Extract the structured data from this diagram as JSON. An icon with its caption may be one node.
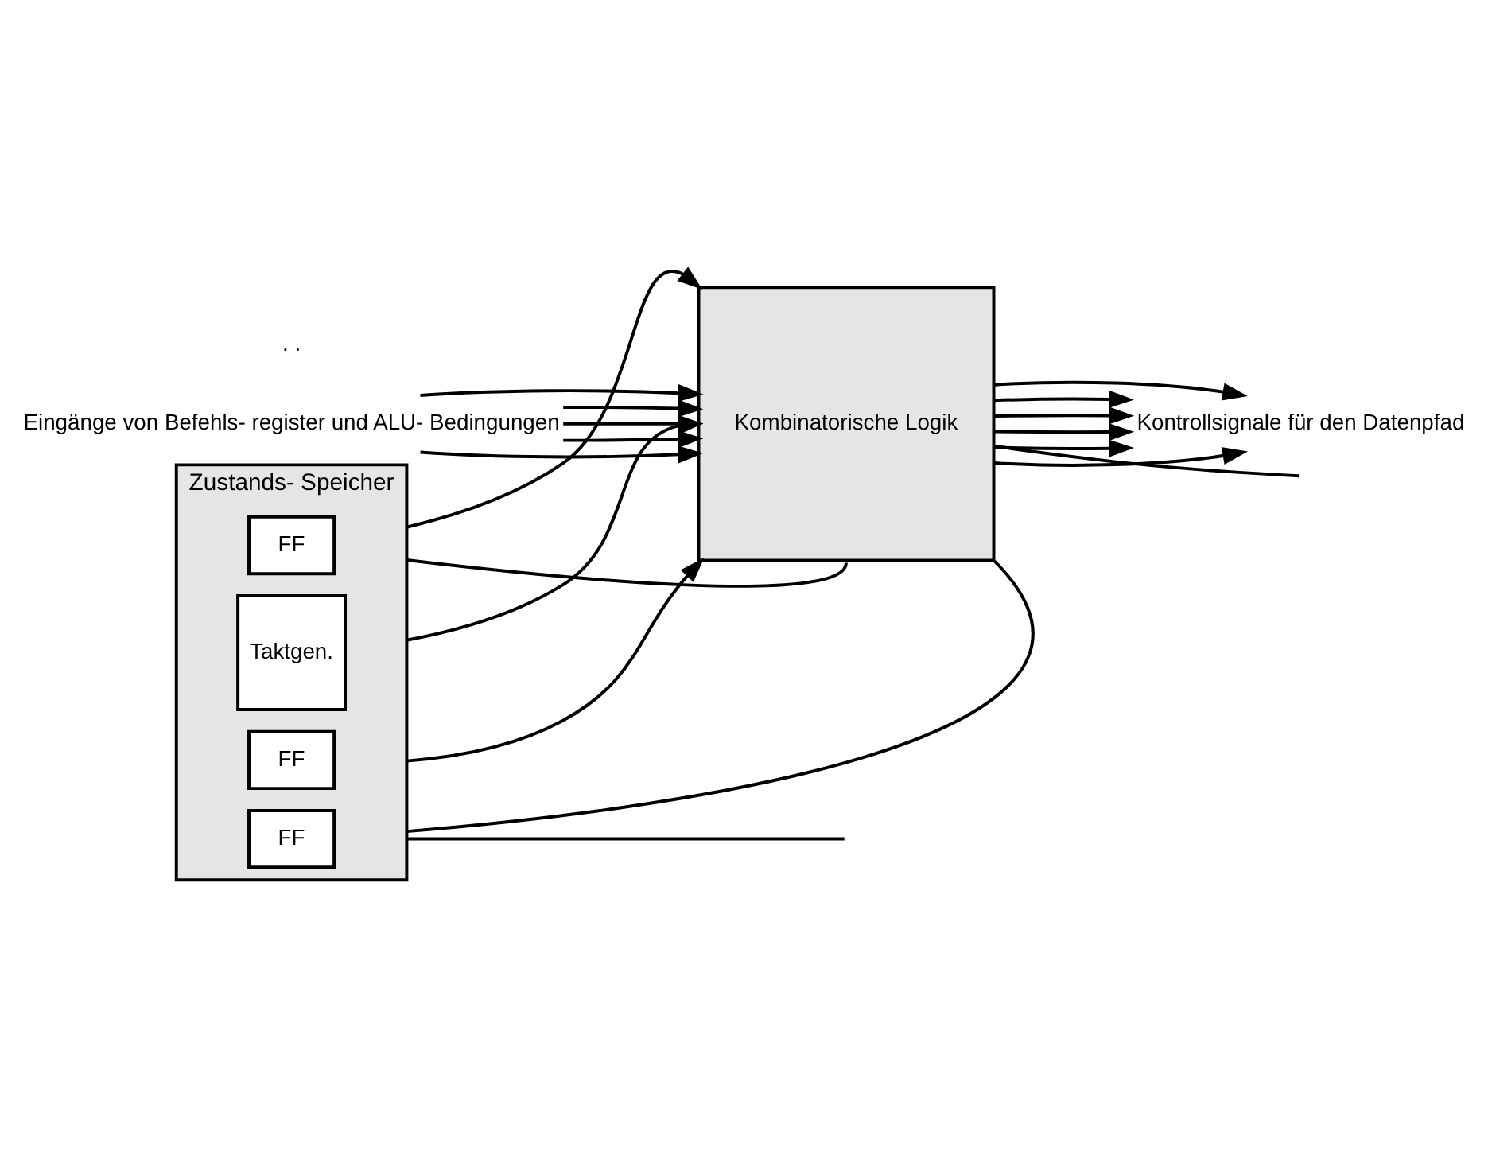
{
  "diagram": {
    "nodes": [
      {
        "text": [
          "Kombinatorische Logik"
        ]
      },
      {
        "text": [
          "Zustands- Speicher"
        ]
      },
      {
        "text": [
          "FF"
        ],
        "in": 1
      },
      {
        "text": [
          "FF"
        ],
        "in": 1
      },
      {
        "text": [
          "FF"
        ],
        "in": 1
      },
      {
        "text": [
          "Taktgen."
        ],
        "in": 1
      },
      {
        "text": [
          "Kontrollsignale für den Datenpfad"
        ]
      },
      {
        "text": [
          "Eingänge von Befehls- register und ALU- Bedingungen"
        ]
      }
    ],
    "edges": [
      {
        "from": 0,
        "to": 6,
        "arrow": "to"
      },
      {
        "from": 0,
        "to": 6,
        "arrow": "to"
      },
      {
        "from": 0,
        "to": 6,
        "arrow": "to"
      },
      {
        "from": 0,
        "to": 6,
        "arrow": "to"
      },
      {
        "from": 0,
        "to": 6,
        "arrow": "to"
      },
      {
        "from": 0,
        "to": 6,
        "arrow": "to"
      },
      {
        "from": 7,
        "to": 0,
        "arrow": "to"
      },
      {
        "from": 7,
        "to": 0,
        "arrow": "to"
      },
      {
        "from": 7,
        "to": 0,
        "arrow": "to"
      },
      {
        "from": 7,
        "to": 0,
        "arrow": "to"
      },
      {
        "from": 7,
        "to": 0,
        "arrow": "to"
      },
      {
        "from": 0,
        "to": 1,
        "arrow": "none"
      },
      {
        "from": 0,
        "to": 1,
        "arrow": "none"
      },
      {
        "from": 1,
        "to": 0,
        "arrow": "to"
      },
      {
        "from": 1,
        "to": 0,
        "arrow": "to"
      },
      {
        "from": 1,
        "to": 0,
        "arrow": "to"
      },
      {
        "from": 0,
        "to": null,
        "arrow": "none"
      },
      {
        "from": 1,
        "to": null,
        "arrow": "none"
      }
    ],
    "labels": [
      ". ."
    ]
  }
}
